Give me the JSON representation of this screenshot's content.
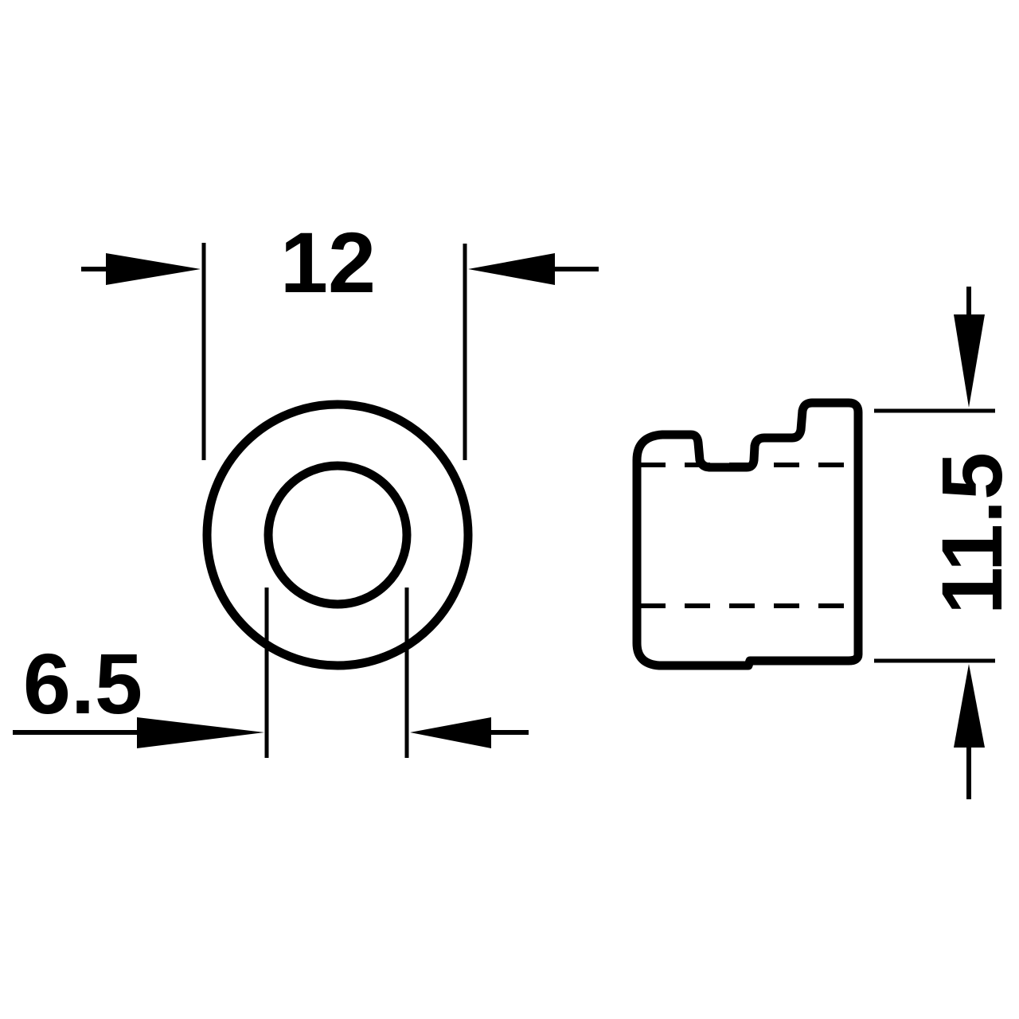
{
  "drawing": {
    "type": "technical-dimension-drawing",
    "units": "mm",
    "line_color": "#000000",
    "background": "#ffffff"
  },
  "front_view": {
    "outer_diameter_label": "12",
    "inner_diameter_label": "6.5"
  },
  "side_view": {
    "height_label": "11.5"
  }
}
